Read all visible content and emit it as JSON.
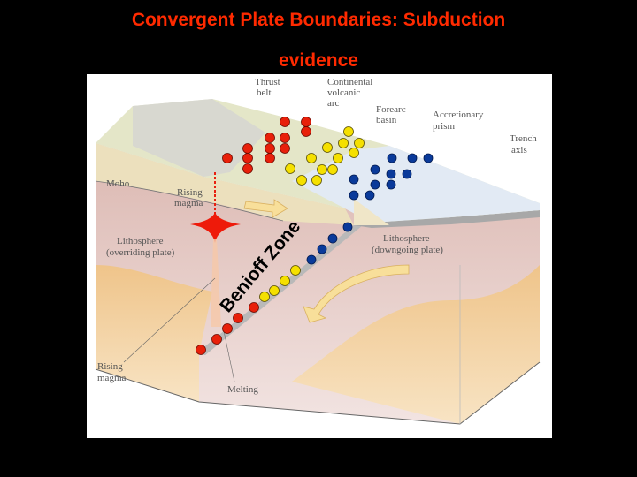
{
  "slide": {
    "title_line1": "Convergent Plate Boundaries: Subduction",
    "title_line2": "evidence"
  },
  "diagram": {
    "labels": {
      "thrust_belt": [
        "Thrust",
        "belt"
      ],
      "volcanic_arc": [
        "Continental",
        "volcanic",
        "arc"
      ],
      "forearc_basin": [
        "Forearc",
        "basin"
      ],
      "accretionary_prism": [
        "Accretionary",
        "prism"
      ],
      "trench_axis": [
        "Trench",
        "axis"
      ],
      "moho": "Moho",
      "rising_magma_upper": [
        "Rising",
        "magma"
      ],
      "lithosphere_overriding": [
        "Lithosphere",
        "(overriding plate)"
      ],
      "lithosphere_downgoing": [
        "Lithosphere",
        "(downgoing plate)"
      ],
      "rising_magma_lower": [
        "Rising",
        "magma"
      ],
      "melting": "Melting",
      "benioff_zone": "Benioff Zone"
    },
    "colors": {
      "deep": "#e8200a",
      "intermediate": "#f5e000",
      "shallow": "#0a3a9a",
      "title": "#ff2a00"
    }
  }
}
